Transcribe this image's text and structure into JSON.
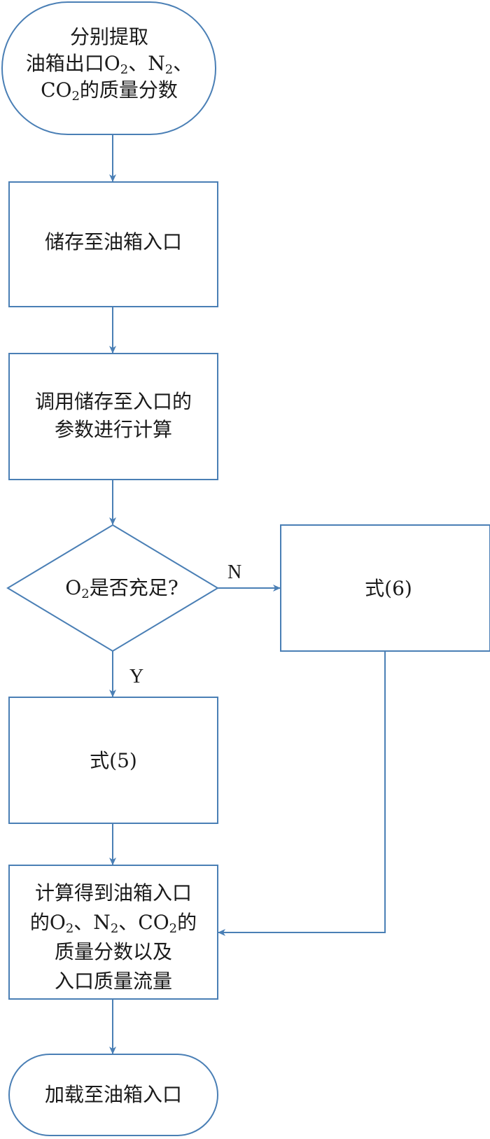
{
  "diagram": {
    "stroke_color": "#4a7fb5",
    "nodes": {
      "start": {
        "lines": [
          [
            {
              "t": "分别提取"
            }
          ],
          [
            {
              "t": "油箱出口O"
            },
            {
              "t": "2",
              "sub": true
            },
            {
              "t": "、N"
            },
            {
              "t": "2",
              "sub": true
            },
            {
              "t": "、"
            }
          ],
          [
            {
              "t": "CO"
            },
            {
              "t": "2",
              "sub": true
            },
            {
              "t": "的质量分数"
            }
          ]
        ]
      },
      "store": {
        "lines": [
          [
            {
              "t": "储存至油箱入口"
            }
          ]
        ]
      },
      "call": {
        "lines": [
          [
            {
              "t": "调用储存至入口的"
            }
          ],
          [
            {
              "t": "参数进行计算"
            }
          ]
        ]
      },
      "decision": {
        "lines": [
          [
            {
              "t": "O"
            },
            {
              "t": "2",
              "sub": true
            },
            {
              "t": "是否充足?"
            }
          ]
        ]
      },
      "eq6": {
        "lines": [
          [
            {
              "t": "式(6)"
            }
          ]
        ]
      },
      "eq5": {
        "lines": [
          [
            {
              "t": "式(5)"
            }
          ]
        ]
      },
      "result": {
        "lines": [
          [
            {
              "t": "计算得到油箱入口"
            }
          ],
          [
            {
              "t": "的O"
            },
            {
              "t": "2",
              "sub": true
            },
            {
              "t": "、N"
            },
            {
              "t": "2",
              "sub": true
            },
            {
              "t": "、CO"
            },
            {
              "t": "2",
              "sub": true
            },
            {
              "t": "的"
            }
          ],
          [
            {
              "t": "质量分数以及"
            }
          ],
          [
            {
              "t": "入口质量流量"
            }
          ]
        ]
      },
      "end": {
        "lines": [
          [
            {
              "t": "加载至油箱入口"
            }
          ]
        ]
      }
    },
    "edge_labels": {
      "no": "N",
      "yes": "Y"
    }
  }
}
